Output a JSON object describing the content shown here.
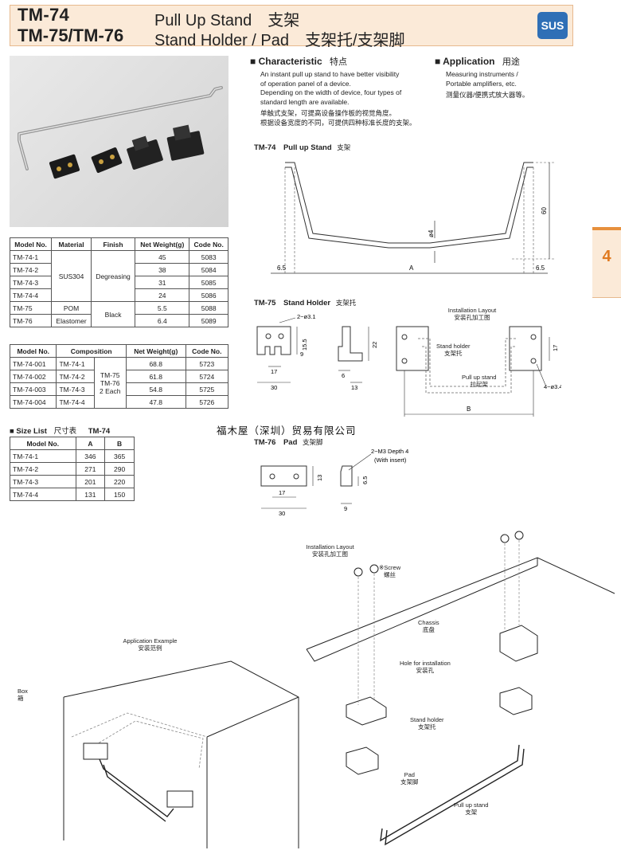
{
  "header": {
    "code1": "TM-74",
    "code2": "TM-75/TM-76",
    "title1": "Pull Up Stand　支架",
    "title2": "Stand Holder / Pad　支架托/支架脚",
    "badge": "SUS"
  },
  "side_tab": "4",
  "characteristic": {
    "heading": "Characteristic",
    "heading_cn": "特点",
    "lines": [
      "An instant pull up stand to have better visibility",
      "of operation panel of a device.",
      "Depending on the width of device, four types of",
      "standard length are available.",
      "单触式支架，可提高设备操作板的视觉角度。",
      "根据设备宽度的不同，可提供四种标准长度的支架。"
    ]
  },
  "application": {
    "heading": "Application",
    "heading_cn": "用途",
    "lines": [
      "Measuring instruments /",
      "Portable amplifiers, etc.",
      "测量仪器/便携式放大器等。"
    ]
  },
  "table1": {
    "headers": [
      "Model No.",
      "Material",
      "Finish",
      "Net Weight(g)",
      "Code No."
    ],
    "rows": [
      {
        "model": "TM-74-1",
        "weight": "45",
        "code": "5083"
      },
      {
        "model": "TM-74-2",
        "weight": "38",
        "code": "5084"
      },
      {
        "model": "TM-74-3",
        "weight": "31",
        "code": "5085"
      },
      {
        "model": "TM-74-4",
        "weight": "24",
        "code": "5086"
      },
      {
        "model": "TM-75",
        "weight": "5.5",
        "code": "5088"
      },
      {
        "model": "TM-76",
        "weight": "6.4",
        "code": "5089"
      }
    ],
    "material_sus": "SUS304",
    "material_pom": "POM",
    "material_el": "Elastomer",
    "finish_deg": "Degreasing",
    "finish_black": "Black"
  },
  "table2": {
    "headers": [
      "Model No.",
      "Composition",
      "Net Weight(g)",
      "Code No."
    ],
    "rows": [
      {
        "model": "TM-74-001",
        "comp": "TM-74-1",
        "weight": "68.8",
        "code": "5723"
      },
      {
        "model": "TM-74-002",
        "comp": "TM-74-2",
        "weight": "61.8",
        "code": "5724"
      },
      {
        "model": "TM-74-003",
        "comp": "TM-74-3",
        "weight": "54.8",
        "code": "5725"
      },
      {
        "model": "TM-74-004",
        "comp": "TM-74-4",
        "weight": "47.8",
        "code": "5726"
      }
    ],
    "comp_common": [
      "TM-75",
      "TM-76",
      "2 Each"
    ]
  },
  "size_list": {
    "heading": "Size List",
    "heading_cn": "尺寸表",
    "model": "TM-74",
    "headers": [
      "Model No.",
      "A",
      "B"
    ],
    "rows": [
      {
        "model": "TM-74-1",
        "a": "346",
        "b": "365"
      },
      {
        "model": "TM-74-2",
        "a": "271",
        "b": "290"
      },
      {
        "model": "TM-74-3",
        "a": "201",
        "b": "220"
      },
      {
        "model": "TM-74-4",
        "a": "131",
        "b": "150"
      }
    ]
  },
  "watermark": "福木屋（深圳）贸易有限公司",
  "tm74": {
    "label": "TM-74　Pull up Stand",
    "label_cn": "支架",
    "dims": {
      "d65l": "6.5",
      "a": "A",
      "d65r": "6.5",
      "phi4": "ø4",
      "h60": "60"
    }
  },
  "tm75": {
    "label": "TM-75　Stand Holder",
    "label_cn": "支架托",
    "dims": {
      "hole": "2−ø3.1",
      "h155": "15.5",
      "h9": "9",
      "w17": "17",
      "w30": "30",
      "h22": "22",
      "w6": "6",
      "w13": "13"
    },
    "layout_title": "Installation Layout",
    "layout_title_cn": "安装孔加工图",
    "stand_holder": "Stand holder",
    "stand_holder_cn": "支架托",
    "pull_up_stand": "Pull up stand",
    "pull_up_stand_cn": "拉起架",
    "holes": "4−ø3.4",
    "b": "B",
    "h17": "17"
  },
  "tm76": {
    "label": "TM-76　Pad",
    "label_cn": "支架脚",
    "dims": {
      "note": "2−M3 Depth 4",
      "note2": "(With insert)",
      "h13": "13",
      "w17": "17",
      "w30": "30",
      "h65": "6.5",
      "w9": "9"
    }
  },
  "app_example": {
    "title": "Application Example",
    "title_cn": "安装范例",
    "box": "Box",
    "box_cn": "箱"
  },
  "assembly": {
    "title": "Installation Layout",
    "title_cn": "安装孔加工图",
    "screw": "※Screw",
    "screw_cn": "螺丝",
    "chassis": "Chassis",
    "chassis_cn": "底盘",
    "hole": "Hole for installation",
    "hole_cn": "安装孔",
    "holder": "Stand holder",
    "holder_cn": "支架托",
    "pad": "Pad",
    "pad_cn": "支架脚",
    "stand": "Pull up stand",
    "stand_cn": "支架"
  }
}
